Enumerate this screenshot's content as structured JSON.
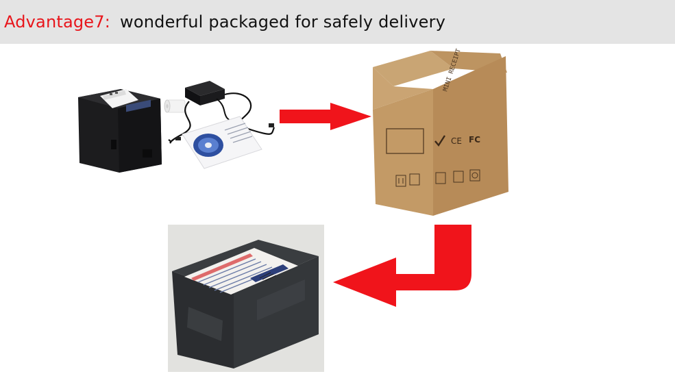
{
  "banner": {
    "lead": "Advantage7:",
    "text": "wonderful packaged for safely delivery"
  },
  "box_print": {
    "side_label": "MINI RECEIPT PRINTER",
    "ce": "CE",
    "fc": "FC"
  },
  "icons": {
    "printer": "receipt-printer-icon",
    "adapter": "power-adapter-icon",
    "cd": "cd-icon",
    "box": "cardboard-box-icon",
    "parcel": "wrapped-parcel-icon",
    "arrow1": "arrow-right-icon",
    "arrow2": "arrow-return-left-icon"
  },
  "colors": {
    "banner_bg": "#e4e4e4",
    "lead_text": "#e8151b",
    "body_text": "#111111",
    "arrow": "#f0141b",
    "cardboard": "#c49a66"
  }
}
